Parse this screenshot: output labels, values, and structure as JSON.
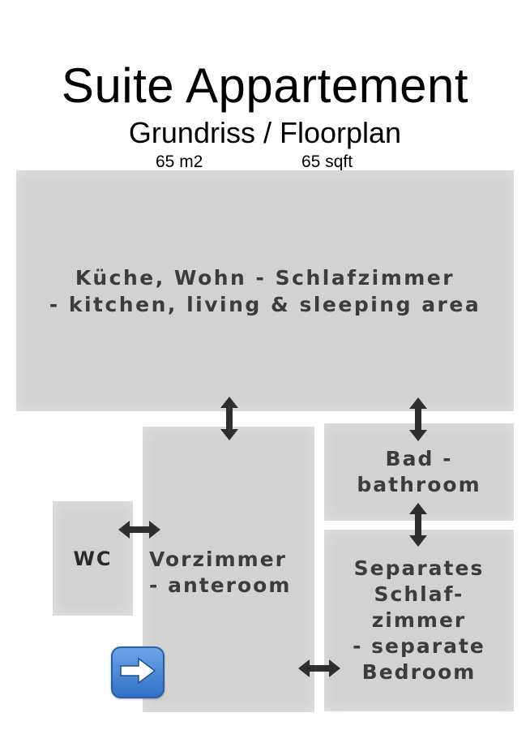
{
  "title": "Suite Appartement",
  "subtitle": "Grundriss / Floorplan",
  "area_m2": "65 m2",
  "area_sqft": "65 sqft",
  "rooms": {
    "main": "Küche, Wohn - Schlafzimmer\n- kitchen, living & sleeping area",
    "bathroom": "Bad -\nbathroom",
    "anteroom": "Vorzimmer\n- anteroom",
    "wc": "WC",
    "bedroom": "Separates\nSchlaf-\nzimmer\n- separate\nBedroom"
  },
  "colors": {
    "room_fill": "#d2d2d2",
    "room_text": "#3c3c3c",
    "arrow": "#2e2e2e",
    "button_blue": "#2f6fc4"
  },
  "icons": {
    "double_arrow": "double-arrow-icon",
    "next_button": "right-arrow-icon"
  }
}
